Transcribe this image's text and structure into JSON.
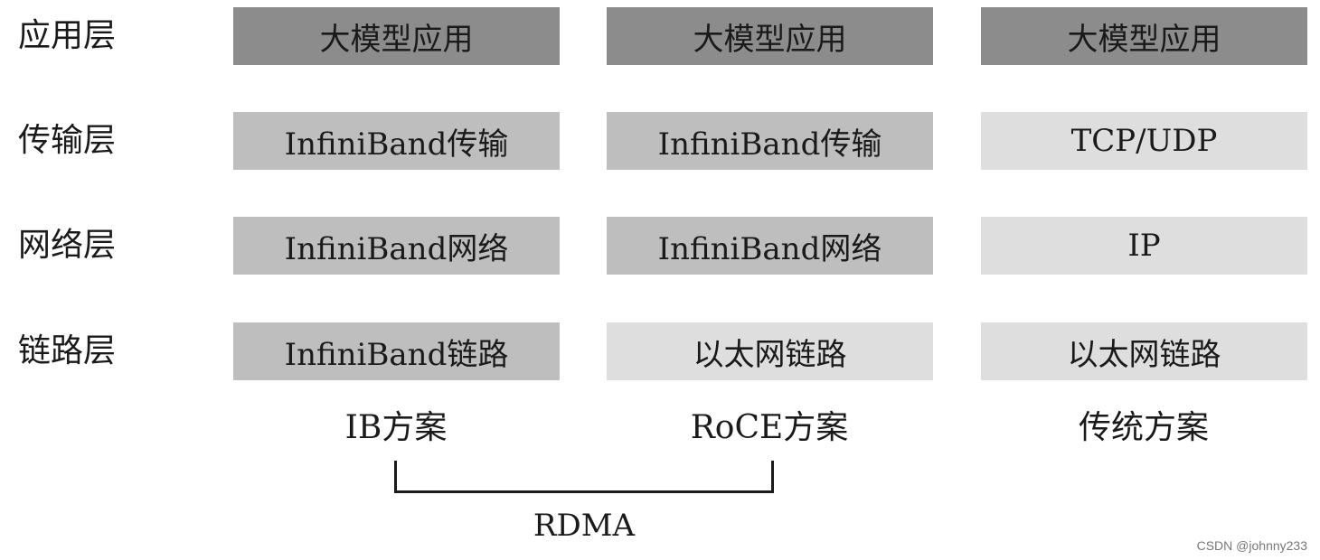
{
  "layers": [
    {
      "label": "应用层"
    },
    {
      "label": "传输层"
    },
    {
      "label": "网络层"
    },
    {
      "label": "链路层"
    }
  ],
  "columns": [
    {
      "scheme": "IB方案",
      "cells": [
        "大模型应用",
        "InfiniBand传输",
        "InfiniBand网络",
        "InfiniBand链路"
      ]
    },
    {
      "scheme": "RoCE方案",
      "cells": [
        "大模型应用",
        "InfiniBand传输",
        "InfiniBand网络",
        "以太网链路"
      ]
    },
    {
      "scheme": "传统方案",
      "cells": [
        "大模型应用",
        "TCP/UDP",
        "IP",
        "以太网链路"
      ]
    }
  ],
  "bracket_label": "RDMA",
  "watermark": "CSDN @johnny233",
  "colors": {
    "dark": "#8c8c8c",
    "mid": "#bebebe",
    "light": "#dedede"
  }
}
